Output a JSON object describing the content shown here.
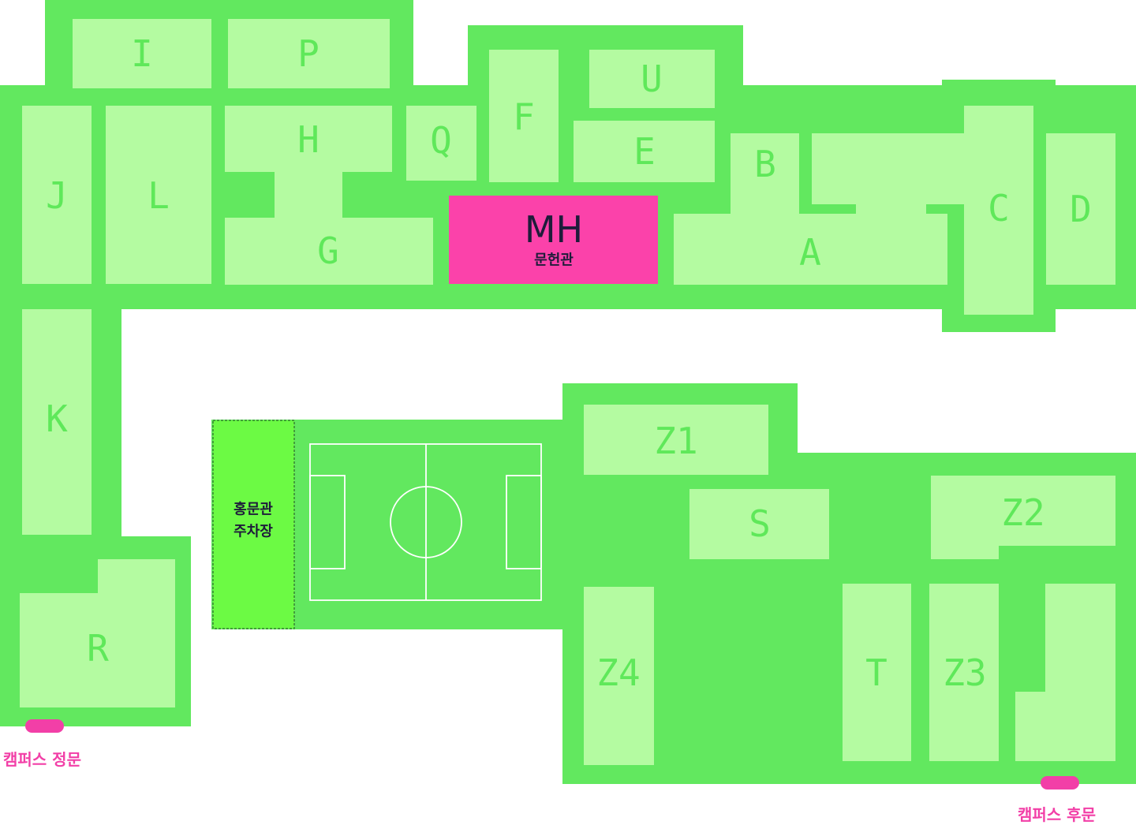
{
  "colors": {
    "ground": "#62e85f",
    "building": "#b4fba1",
    "label": "#5fe85a",
    "highlight": "#fb42aa",
    "parking": "#6cfa44",
    "gate": "#f23fa7",
    "dark_text": "#1e1c3a"
  },
  "buildings": {
    "I": "I",
    "P": "P",
    "F": "F",
    "U": "U",
    "J": "J",
    "L": "L",
    "H": "H",
    "Q": "Q",
    "E": "E",
    "B": "B",
    "C": "C",
    "D": "D",
    "G": "G",
    "A": "A",
    "K": "K",
    "R": "R",
    "Z1": "Z1",
    "S": "S",
    "Z2": "Z2",
    "Z4": "Z4",
    "T": "T",
    "Z3": "Z3"
  },
  "highlight_building": {
    "code": "MH",
    "name": "문헌관"
  },
  "parking": {
    "line1": "홍문관",
    "line2": "주차장"
  },
  "gates": {
    "main": "캠퍼스 정문",
    "back": "캠퍼스 후문"
  }
}
